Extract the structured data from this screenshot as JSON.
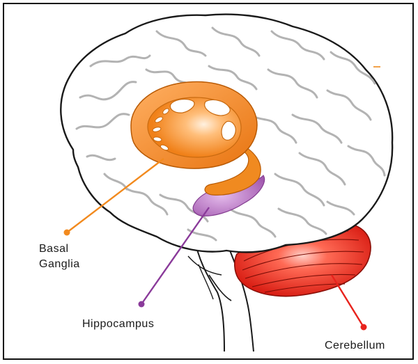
{
  "labels": {
    "basal_ganglia_line1": "Basal",
    "basal_ganglia_line2": "Ganglia",
    "hippocampus": "Hippocampus",
    "cerebellum": "Cerebellum"
  },
  "colors": {
    "basal_ganglia": "#f28a1e",
    "hippocampus": "#8a3a9a",
    "cerebellum": "#e8231d",
    "brain_outline": "#1a1a1a",
    "gyri": "#b0b0b0"
  }
}
